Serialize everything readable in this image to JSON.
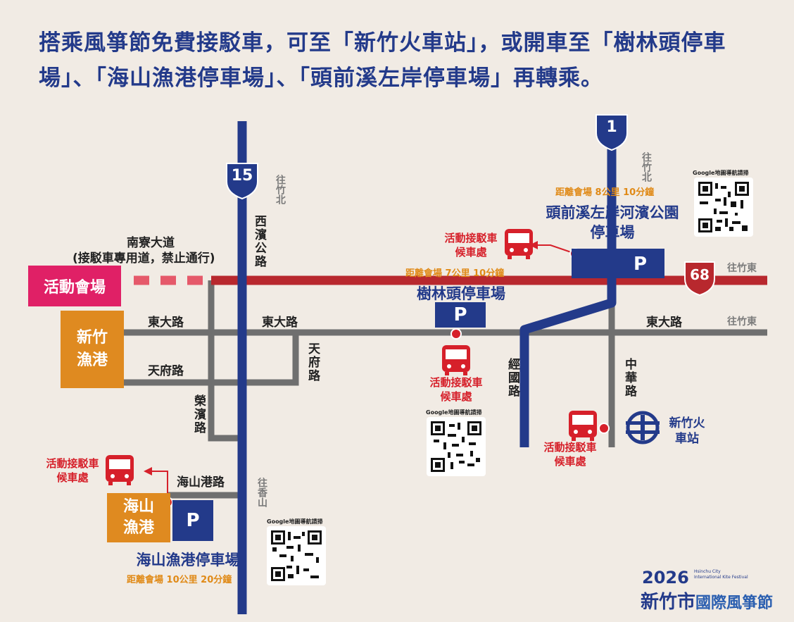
{
  "headline": "搭乘風箏節免費接駁車，可至「新竹火車站」，或開車至「樹林頭停車場」、「海山漁港停車場」、「頭前溪左岸停車場」再轉乘。",
  "colors": {
    "background": "#f1ebe4",
    "navy": "#233a8a",
    "red_road": "#b8282e",
    "gray_road": "#6f6f6f",
    "venue_pink": "#e02066",
    "harbor_orange": "#df8a20",
    "bus_red": "#d6202a",
    "distance_orange": "#e08a17"
  },
  "highways": {
    "h15": "15",
    "h1": "1",
    "h68": "68"
  },
  "roads": {
    "nanliao_title": "南寮大道",
    "nanliao_note": "(接駁車專用道，禁止通行)",
    "dongda_1": "東大路",
    "dongda_2": "東大路",
    "dongda_3": "東大路",
    "tianfu_h": "天府路",
    "tianfu_v": "天府路",
    "rongbin": "榮濱路",
    "xibin": "西濱公路",
    "jingguo": "經國路",
    "zhonghua": "中華路",
    "haishangang": "海山港路"
  },
  "directions": {
    "to_zhubei_1": "往竹北",
    "to_zhubei_2": "往竹北",
    "to_zhudong_1": "往竹東",
    "to_zhudong_2": "往竹東",
    "to_xiangshan": "往香山"
  },
  "places": {
    "venue": "活動會場",
    "xinzhu_harbor": "新竹漁港",
    "haishan_harbor": "海山漁港",
    "station": "新竹火車站"
  },
  "parking": {
    "symbol": "P",
    "toucian": {
      "name_line1": "頭前溪左岸河濱公園",
      "name_line2": "停車場",
      "distance": "距離會場  8公里  10分鐘"
    },
    "shulin": {
      "name": "樹林頭停車場",
      "distance": "距離會場  7公里  10分鐘"
    },
    "haishan": {
      "name": "海山漁港停車場",
      "distance": "距離會場  10公里  20分鐘"
    }
  },
  "shuttle": {
    "line1": "活動接駁車",
    "line2": "候車處"
  },
  "qr_caption": "Google地圖導航請掃",
  "logo": {
    "year": "2026",
    "sub1": "Hsinchu City",
    "sub2": "International Kite Festival",
    "city": "新竹市",
    "festival": "國際風箏節"
  }
}
